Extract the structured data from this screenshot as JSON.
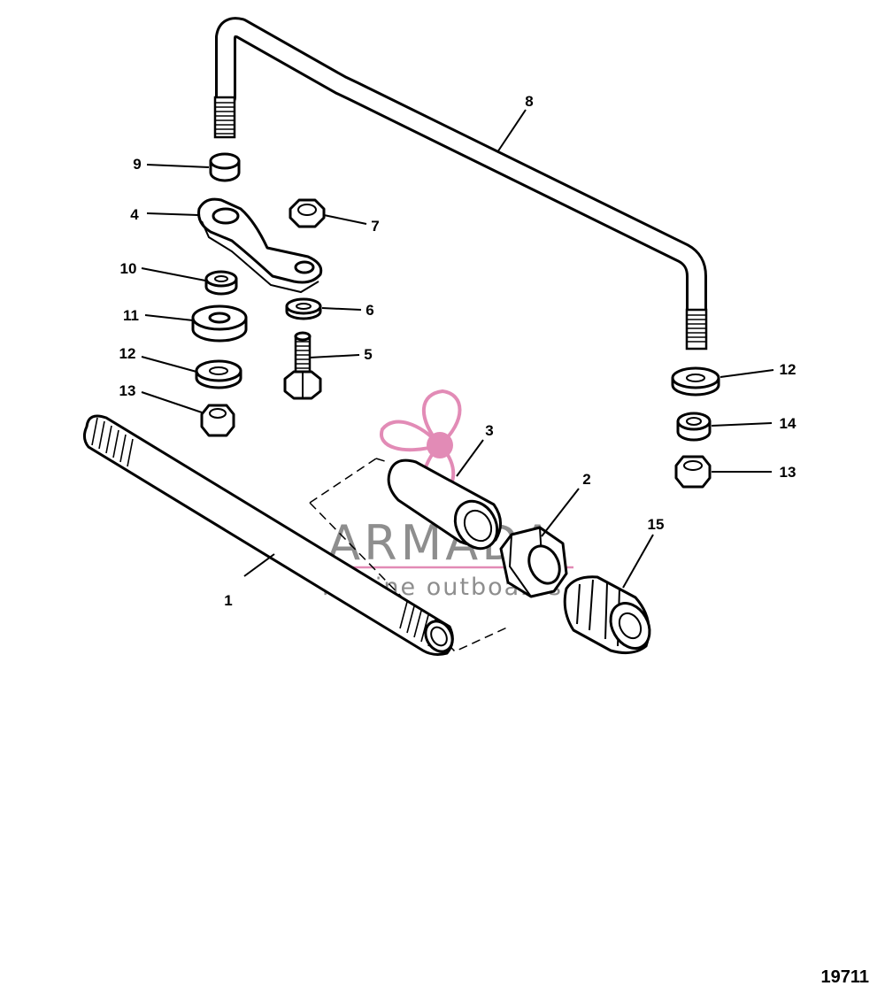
{
  "diagram": {
    "figure_number": "19711",
    "callouts": [
      {
        "id": "c1",
        "label": "1"
      },
      {
        "id": "c2",
        "label": "2"
      },
      {
        "id": "c3",
        "label": "3"
      },
      {
        "id": "c4",
        "label": "4"
      },
      {
        "id": "c5",
        "label": "5"
      },
      {
        "id": "c6",
        "label": "6"
      },
      {
        "id": "c7",
        "label": "7"
      },
      {
        "id": "c8",
        "label": "8"
      },
      {
        "id": "c9",
        "label": "9"
      },
      {
        "id": "c10",
        "label": "10"
      },
      {
        "id": "c11",
        "label": "11"
      },
      {
        "id": "c12a",
        "label": "12"
      },
      {
        "id": "c12b",
        "label": "12"
      },
      {
        "id": "c13a",
        "label": "13"
      },
      {
        "id": "c13b",
        "label": "13"
      },
      {
        "id": "c14",
        "label": "14"
      },
      {
        "id": "c15",
        "label": "15"
      }
    ]
  },
  "watermark": {
    "brand": "ARMADA",
    "tagline": "marine outboards",
    "color": "#e28bb6"
  }
}
